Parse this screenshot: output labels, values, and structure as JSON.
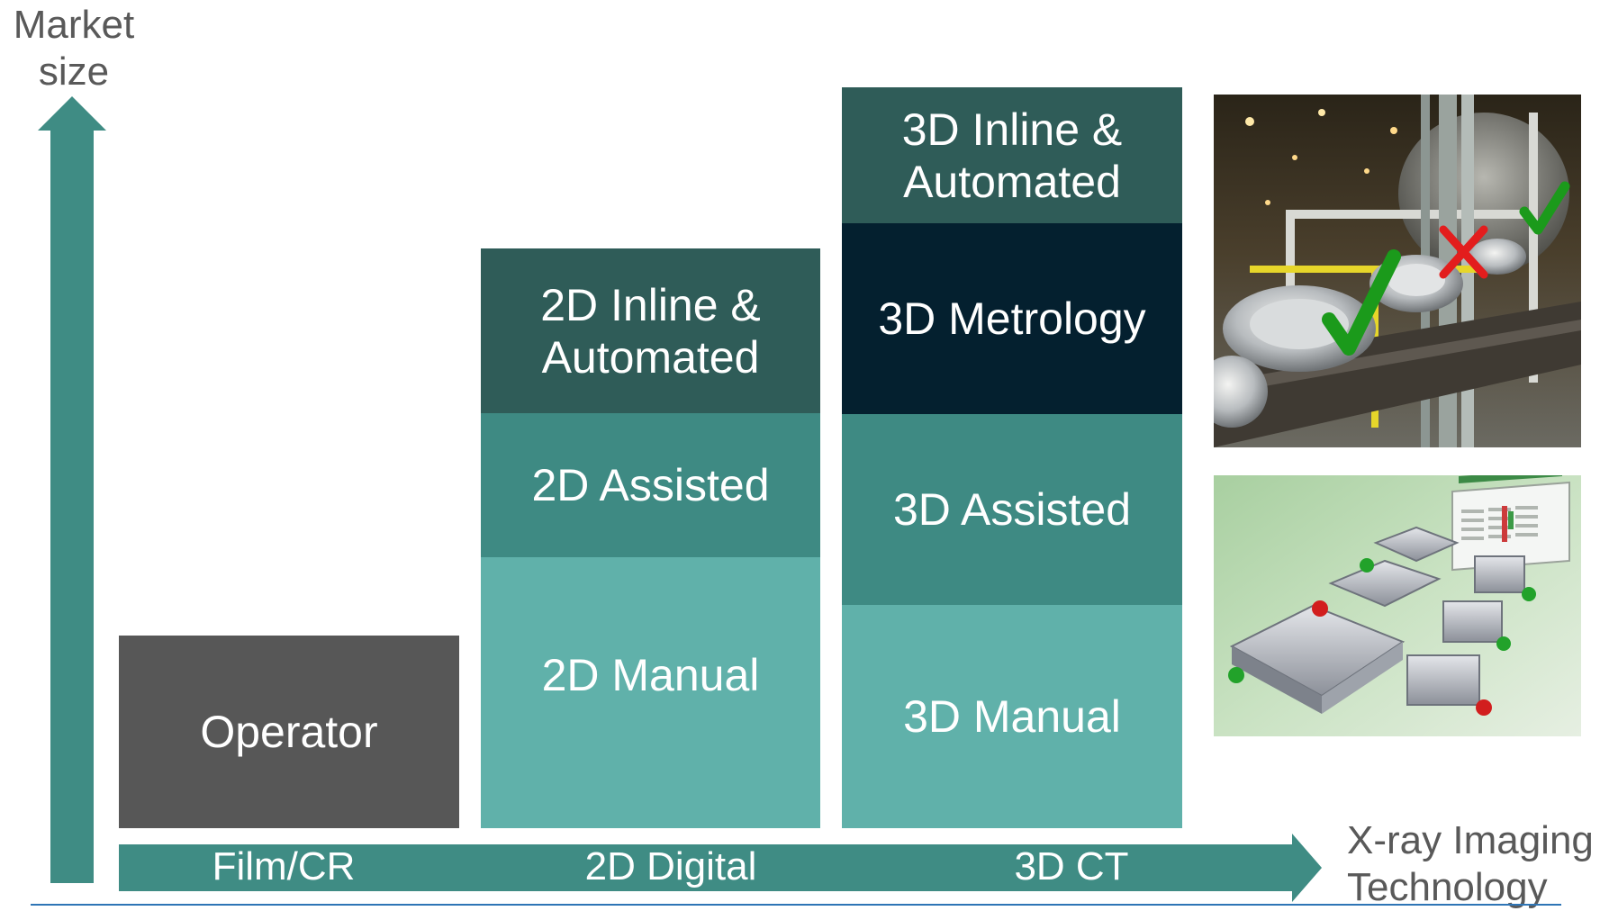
{
  "y_axis": {
    "label_line1": "Market",
    "label_line2": "size"
  },
  "x_axis": {
    "title_line1": "X-ray Imaging",
    "title_line2": "Technology",
    "categories": [
      "Film/CR",
      "2D Digital",
      "3D CT"
    ]
  },
  "columns": {
    "film": {
      "operator": "Operator"
    },
    "digital": {
      "inline_line1": "2D Inline &",
      "inline_line2": "Automated",
      "assisted": "2D Assisted",
      "manual": "2D Manual"
    },
    "ct": {
      "inline_line1": "3D Inline &",
      "inline_line2": "Automated",
      "metrology": "3D Metrology",
      "assisted": "3D Assisted",
      "manual": "3D Manual"
    }
  },
  "colors": {
    "arrow": "#3f8c84",
    "operator": "#575757",
    "inline": "#2f5c58",
    "metrology": "#04202f",
    "assisted": "#3e8a83",
    "manual": "#60b1aa"
  },
  "images": [
    {
      "icon": "factory-inspection-photo"
    },
    {
      "icon": "automated-ct-parts-render"
    }
  ]
}
